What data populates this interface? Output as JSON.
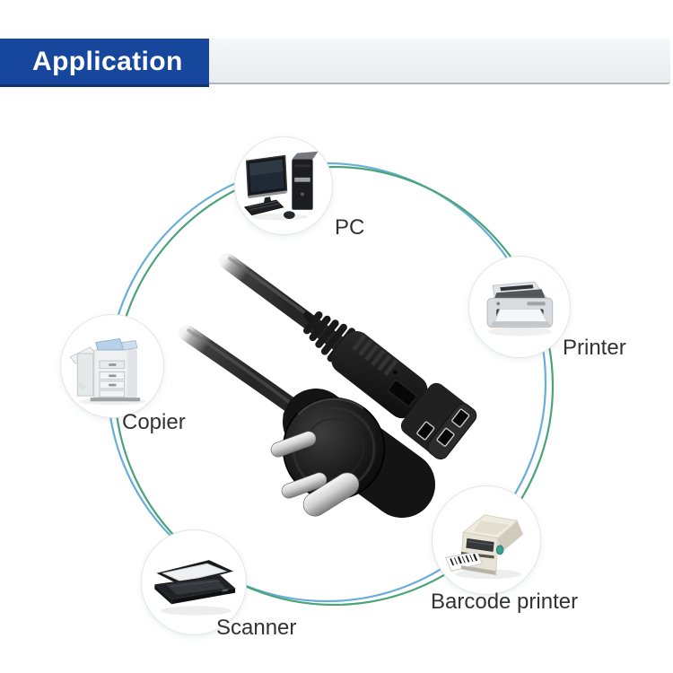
{
  "header": {
    "title": "Application",
    "colors": {
      "accent": "#17479c",
      "bar": "#eef1f3",
      "title_text": "#ffffff"
    }
  },
  "diagram": {
    "ring_colors": {
      "outer_blue": "#68aed8",
      "inner_green": "#49a477"
    },
    "center_illustration": "power-cord-sa-plug-to-c13-connector",
    "devices": [
      {
        "id": "pc",
        "label": "PC"
      },
      {
        "id": "printer",
        "label": "Printer"
      },
      {
        "id": "copier",
        "label": "Copier"
      },
      {
        "id": "scanner",
        "label": "Scanner"
      },
      {
        "id": "barcode-printer",
        "label": "Barcode printer"
      }
    ]
  }
}
